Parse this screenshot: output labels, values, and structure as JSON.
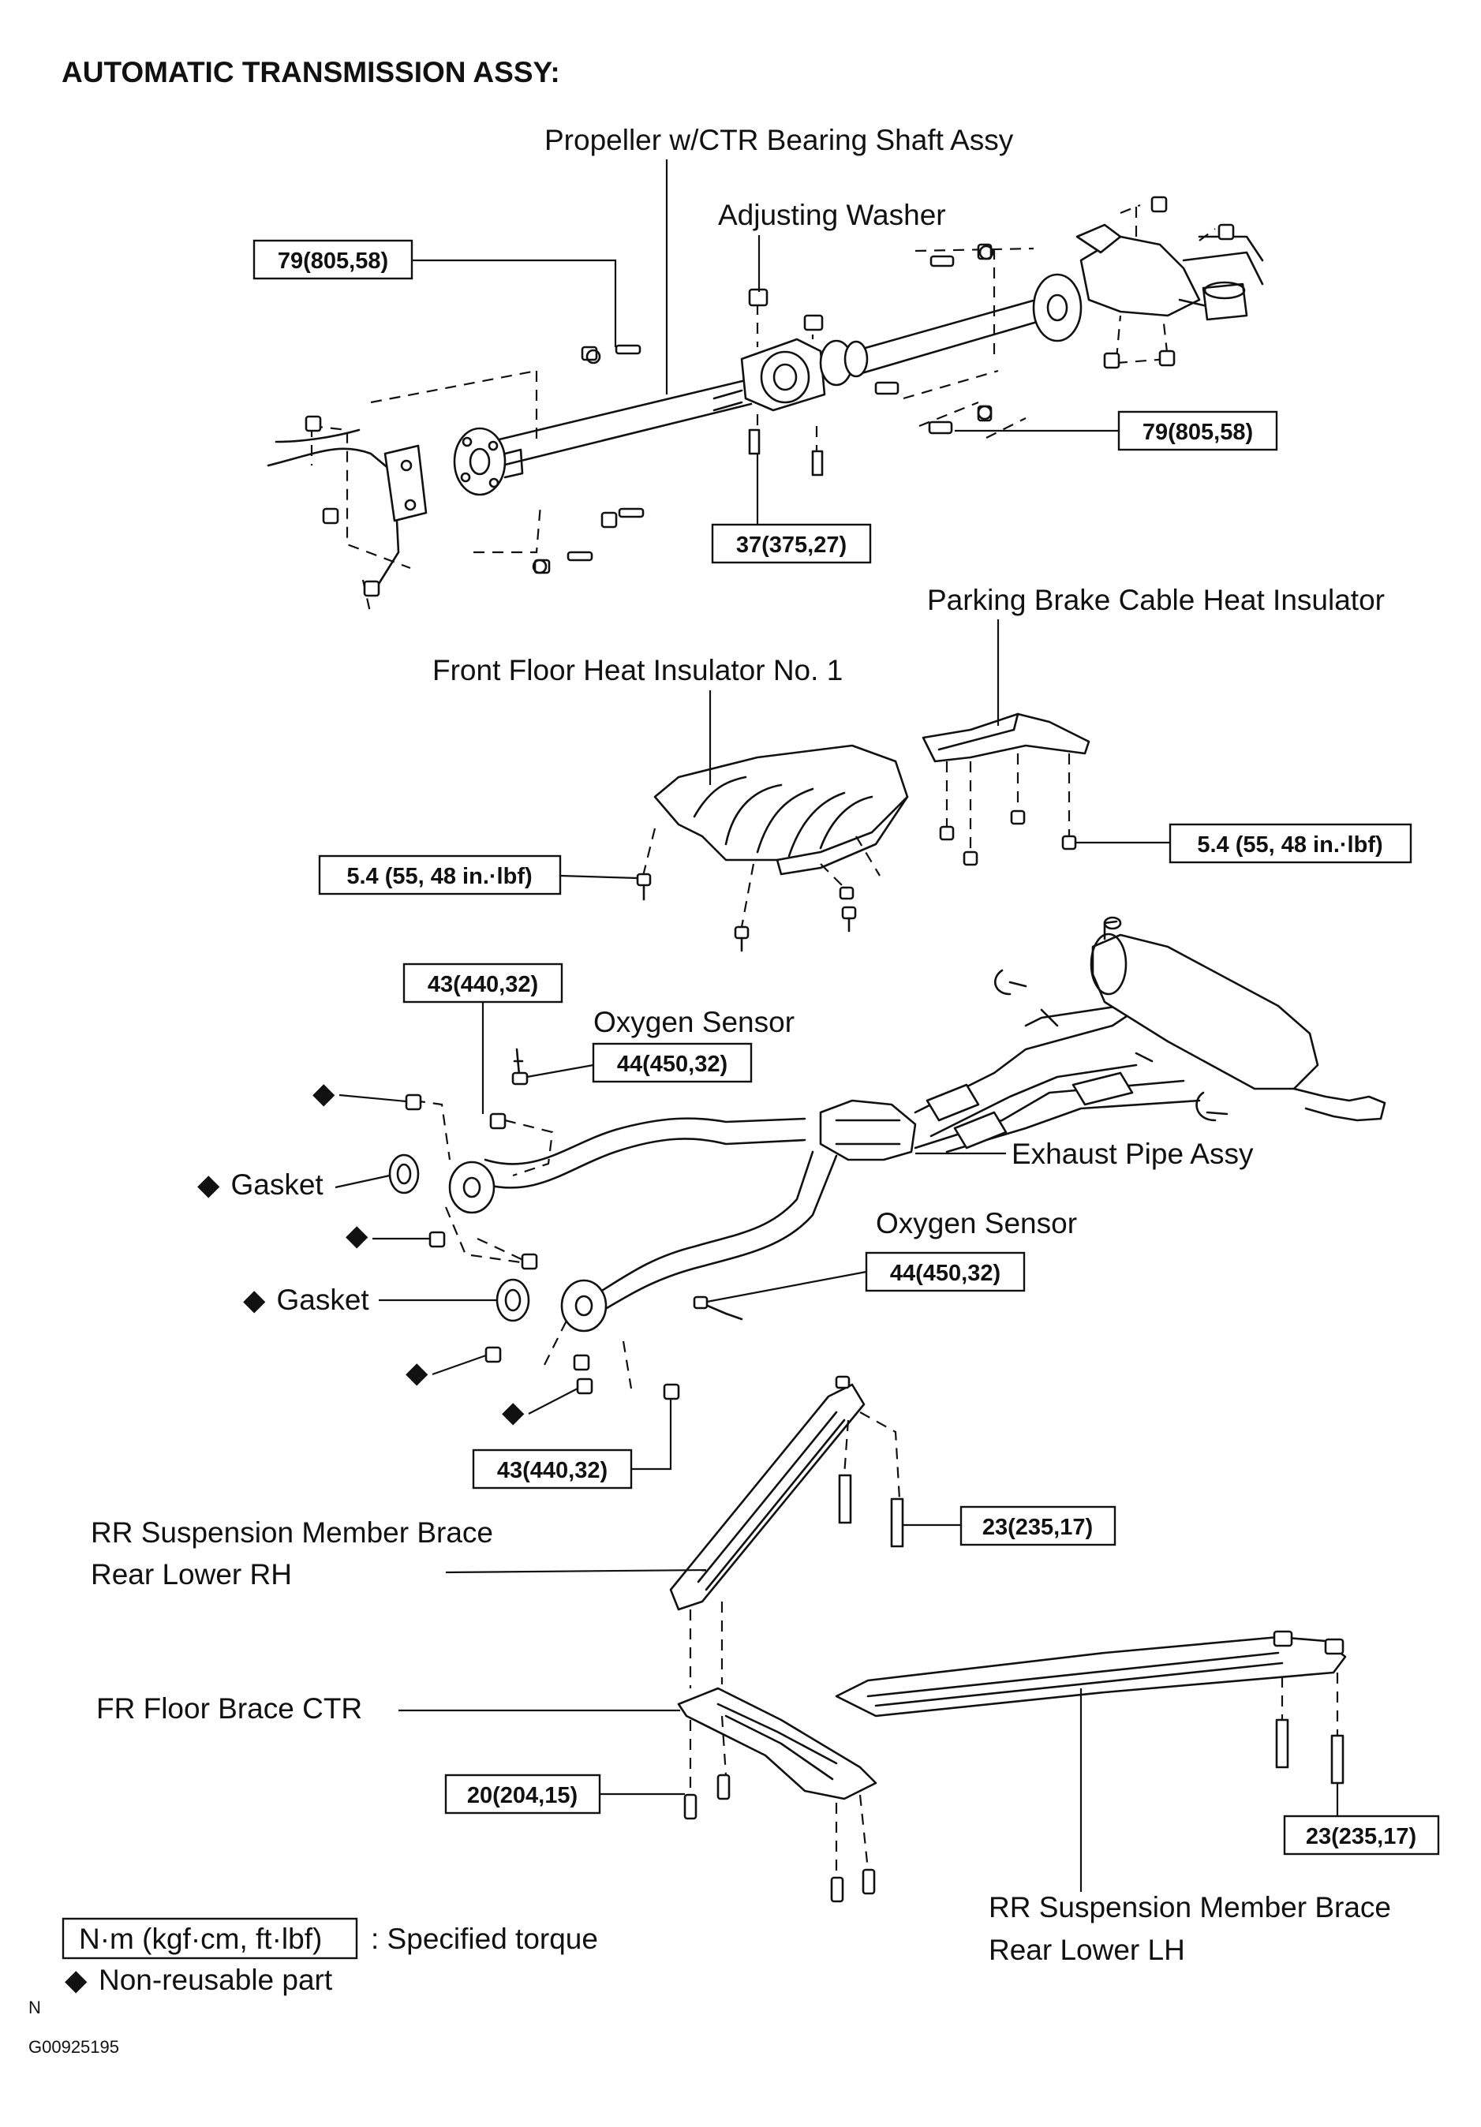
{
  "title": "AUTOMATIC TRANSMISSION ASSY:",
  "parts": {
    "propeller_shaft": "Propeller w/CTR Bearing Shaft Assy",
    "adjusting_washer": "Adjusting Washer",
    "parking_brake_insulator": "Parking Brake Cable Heat Insulator",
    "front_floor_insulator": "Front Floor Heat Insulator No. 1",
    "oxygen_sensor_1": "Oxygen Sensor",
    "oxygen_sensor_2": "Oxygen Sensor",
    "exhaust_pipe": "Exhaust Pipe Assy",
    "gasket_1": "Gasket",
    "gasket_2": "Gasket",
    "rr_brace_rh_line1": "RR Suspension Member Brace",
    "rr_brace_rh_line2": "Rear Lower RH",
    "fr_floor_brace": "FR Floor Brace CTR",
    "rr_brace_lh_line1": "RR Suspension Member Brace",
    "rr_brace_lh_line2": "Rear Lower LH"
  },
  "torques": {
    "prop_front": "79(805,58)",
    "prop_rear": "79(805,58)",
    "center_bearing": "37(375,27)",
    "floor_insulator": "5.4 (55, 48 in.·lbf)",
    "parking_insulator": "5.4 (55, 48 in.·lbf)",
    "exhaust_upper_nut": "43(440,32)",
    "o2_sensor_1": "44(450,32)",
    "o2_sensor_2": "44(450,32)",
    "exhaust_lower_nut": "43(440,32)",
    "rh_brace": "23(235,17)",
    "fr_floor_brace": "20(204,15)",
    "lh_brace": "23(235,17)"
  },
  "legend": {
    "torque_box": "N·m (kgf·cm, ft·lbf)",
    "torque_text": ": Specified torque",
    "diamond_symbol": "◆",
    "nonreusable_text": "Non‑reusable part"
  },
  "footer": {
    "north": "N",
    "figure_id": "G00925195"
  }
}
